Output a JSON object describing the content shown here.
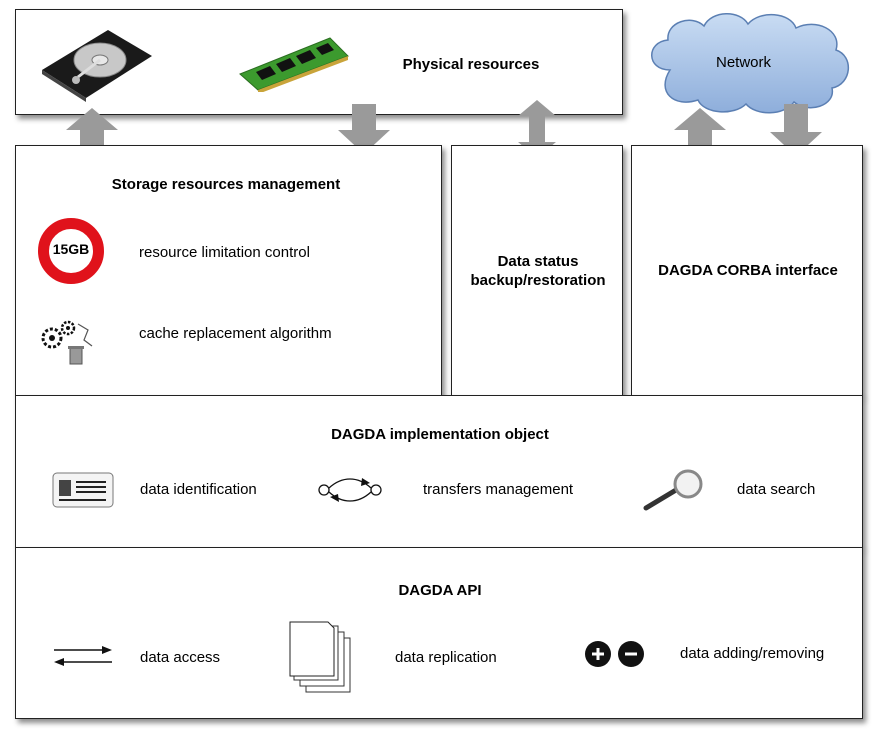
{
  "physical": {
    "title": "Physical resources"
  },
  "network": {
    "label": "Network"
  },
  "storage": {
    "title": "Storage resources management",
    "badge": "15GB",
    "items": [
      "resource limitation control",
      "cache replacement algorithm"
    ]
  },
  "status": {
    "title_line1": "Data status",
    "title_line2": "backup/restoration"
  },
  "corba": {
    "title": "DAGDA CORBA interface"
  },
  "impl": {
    "title": "DAGDA implementation object",
    "items": [
      "data identification",
      "transfers management",
      "data search"
    ]
  },
  "api": {
    "title": "DAGDA API",
    "items": [
      "data access",
      "data replication",
      "data adding/removing"
    ]
  },
  "colors": {
    "arrow": "#9a9a9a",
    "cloud_fill": "#a9c3e6",
    "badge_ring": "#e0121b"
  },
  "icons": [
    "hard-disk",
    "ram-module",
    "cloud",
    "limit-sign",
    "gears-trash",
    "id-card",
    "exchange",
    "magnifier",
    "swap-arrows",
    "documents",
    "plus",
    "minus"
  ]
}
